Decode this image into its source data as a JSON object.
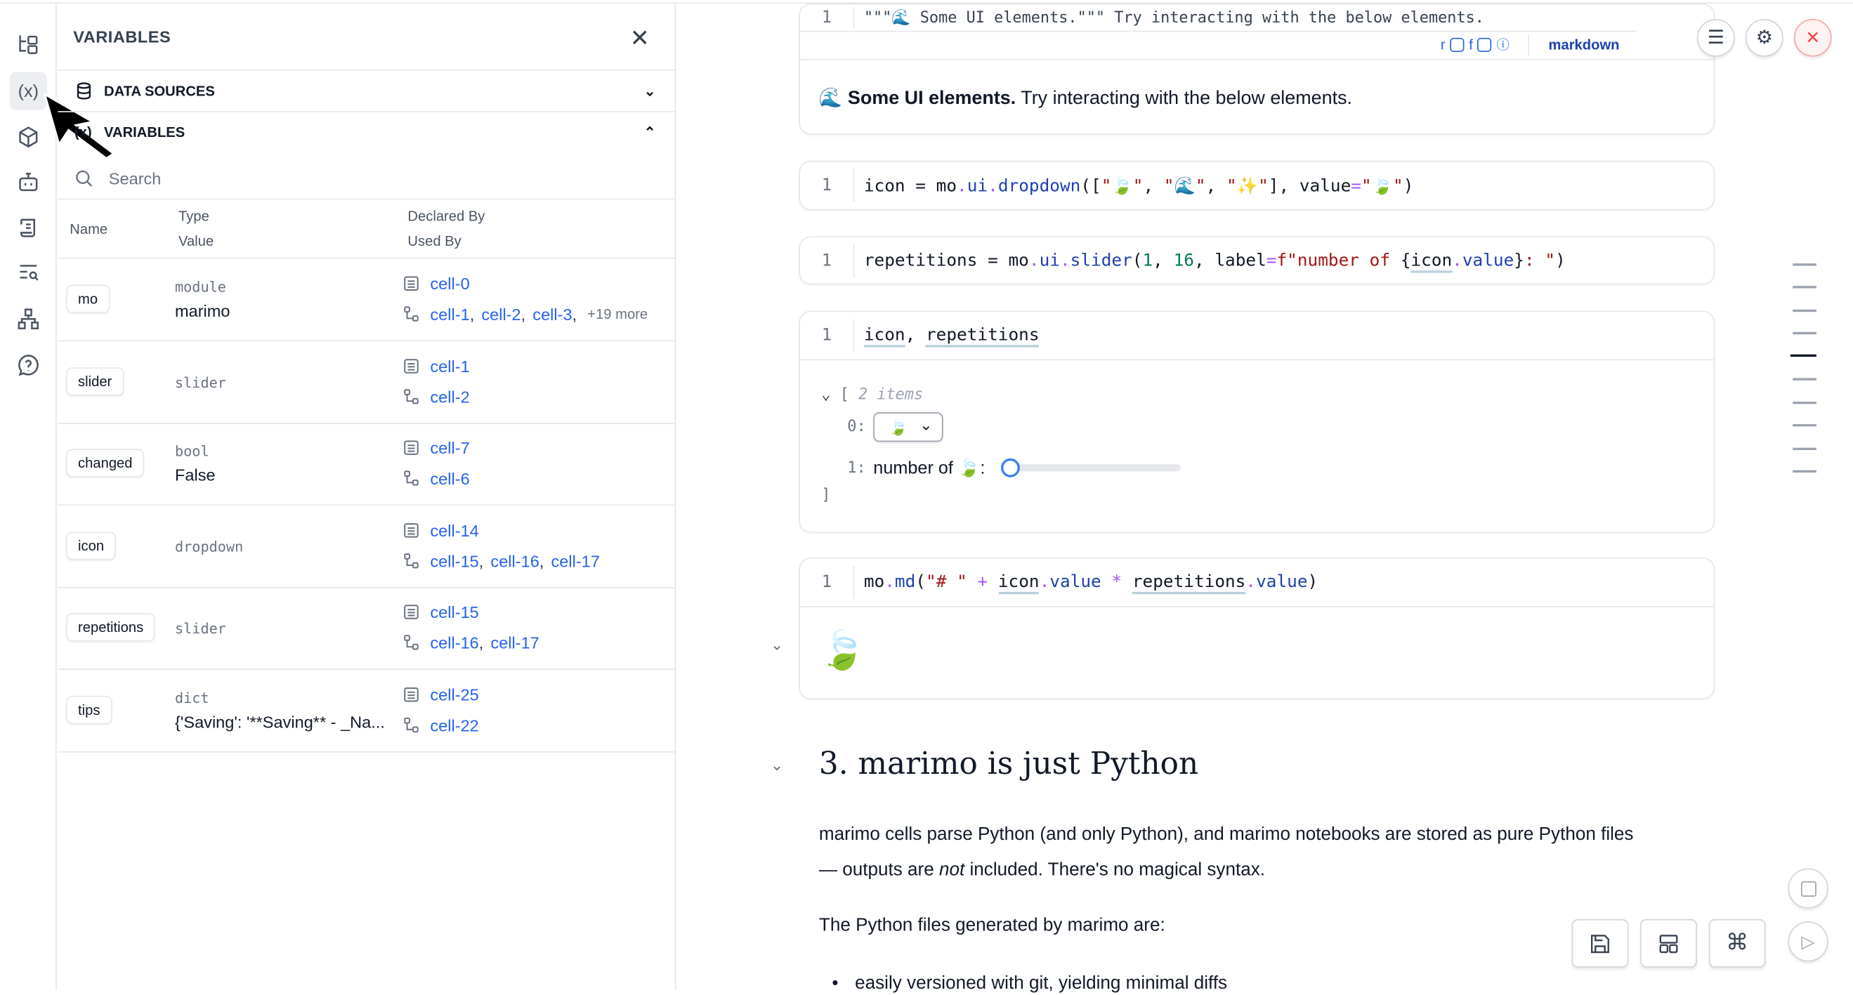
{
  "sidebar": {
    "icons": [
      "file-tree-icon",
      "variables-icon",
      "package-icon",
      "robot-icon",
      "scroll-icon",
      "search-list-icon",
      "dependency-graph-icon",
      "help-icon"
    ],
    "active": "variables-icon"
  },
  "panel": {
    "title": "VARIABLES",
    "data_sources_label": "DATA SOURCES",
    "variables_label": "VARIABLES",
    "search_placeholder": "Search",
    "columns": {
      "name": "Name",
      "type": "Type",
      "value": "Value",
      "declared_by": "Declared By",
      "used_by": "Used By"
    },
    "rows": [
      {
        "name": "mo",
        "type": "module",
        "value": "marimo",
        "declared_by": [
          "cell-0"
        ],
        "used_by": [
          "cell-1",
          "cell-2",
          "cell-3"
        ],
        "more": "+19 more"
      },
      {
        "name": "slider",
        "type": "slider",
        "value": "",
        "declared_by": [
          "cell-1"
        ],
        "used_by": [
          "cell-2"
        ]
      },
      {
        "name": "changed",
        "type": "bool",
        "value": "False",
        "declared_by": [
          "cell-7"
        ],
        "used_by": [
          "cell-6"
        ]
      },
      {
        "name": "icon",
        "type": "dropdown",
        "value": "",
        "declared_by": [
          "cell-14"
        ],
        "used_by": [
          "cell-15",
          "cell-16",
          "cell-17"
        ]
      },
      {
        "name": "repetitions",
        "type": "slider",
        "value": "",
        "declared_by": [
          "cell-15"
        ],
        "used_by": [
          "cell-16",
          "cell-17"
        ]
      },
      {
        "name": "tips",
        "type": "dict",
        "value": "{'Saving': '**Saving** - _Na...",
        "declared_by": [
          "cell-25"
        ],
        "used_by": [
          "cell-22"
        ]
      }
    ]
  },
  "notebook": {
    "cell_top_code": "\"\"\"🌊 Some UI elements.\"\"\" Try interacting with the below elements.",
    "cell_top_toolbar": {
      "r": "r",
      "f": "f",
      "language": "markdown"
    },
    "cell_top_output_bold": "🌊 Some UI elements.",
    "cell_top_output_rest": " Try interacting with the below elements.",
    "code_cells": [
      [
        [
          "icon",
          "t-id"
        ],
        [
          " = ",
          ""
        ],
        [
          "mo",
          ""
        ],
        [
          ".",
          "t-op"
        ],
        [
          "ui",
          "t-fn"
        ],
        [
          ".",
          "t-op"
        ],
        [
          "dropdown",
          "t-fn"
        ],
        [
          "([",
          ""
        ],
        [
          "\"🍃\"",
          "t-str"
        ],
        [
          ", ",
          ""
        ],
        [
          "\"🌊\"",
          "t-str"
        ],
        [
          ", ",
          ""
        ],
        [
          "\"✨\"",
          "t-str"
        ],
        [
          "], value",
          ""
        ],
        [
          "=",
          "t-op"
        ],
        [
          "\"🍃\"",
          "t-str"
        ],
        [
          ")",
          ""
        ]
      ],
      [
        [
          "repetitions",
          ""
        ],
        [
          " = ",
          ""
        ],
        [
          "mo",
          ""
        ],
        [
          ".",
          "t-op"
        ],
        [
          "ui",
          "t-fn"
        ],
        [
          ".",
          "t-op"
        ],
        [
          "slider",
          "t-fn"
        ],
        [
          "(",
          ""
        ],
        [
          "1",
          "t-num"
        ],
        [
          ", ",
          ""
        ],
        [
          "16",
          "t-num"
        ],
        [
          ", label",
          ""
        ],
        [
          "=",
          "t-op"
        ],
        [
          "f\"number of ",
          "t-str"
        ],
        [
          "{",
          ""
        ],
        [
          "icon",
          "t-ul"
        ],
        [
          ".",
          "t-op"
        ],
        [
          "value",
          "t-fn"
        ],
        [
          "}",
          ""
        ],
        [
          ": \"",
          "t-str"
        ],
        [
          ")",
          ""
        ]
      ],
      [
        [
          "icon",
          "t-ul"
        ],
        [
          ", ",
          ""
        ],
        [
          "repetitions",
          "t-ul"
        ]
      ],
      [
        [
          "mo",
          ""
        ],
        [
          ".",
          "t-op"
        ],
        [
          "md",
          "t-fn"
        ],
        [
          "(",
          ""
        ],
        [
          "\"# \"",
          "t-str"
        ],
        [
          " + ",
          "t-op"
        ],
        [
          "icon",
          "t-ul"
        ],
        [
          ".",
          "t-op"
        ],
        [
          "value",
          "t-fn"
        ],
        [
          " * ",
          "t-op"
        ],
        [
          "repetitions",
          "t-ul"
        ],
        [
          ".",
          "t-op"
        ],
        [
          "value",
          "t-fn"
        ],
        [
          ")",
          ""
        ]
      ]
    ],
    "line_number": "1",
    "tree_output": {
      "open": "[",
      "count": "2 items",
      "item0_key": "0:",
      "item0_dropdown_value": "🍃",
      "item1_key": "1:",
      "item1_label": "number of 🍃:",
      "slider_value": 1,
      "slider_min": 1,
      "slider_max": 16,
      "close": "]"
    },
    "md_output": "🍃",
    "heading": "3. marimo is just Python",
    "para1_a": "marimo cells parse Python (and only Python), and marimo notebooks are stored as pure Python files",
    "para1_b": "— outputs are ",
    "para1_em": "not",
    "para1_c": " included. There's no magical syntax.",
    "para2": "The Python files generated by marimo are:",
    "bullet1": "easily versioned with git, yielding minimal diffs"
  },
  "colors": {
    "accent": "#2563eb",
    "close": "#ef4444"
  }
}
